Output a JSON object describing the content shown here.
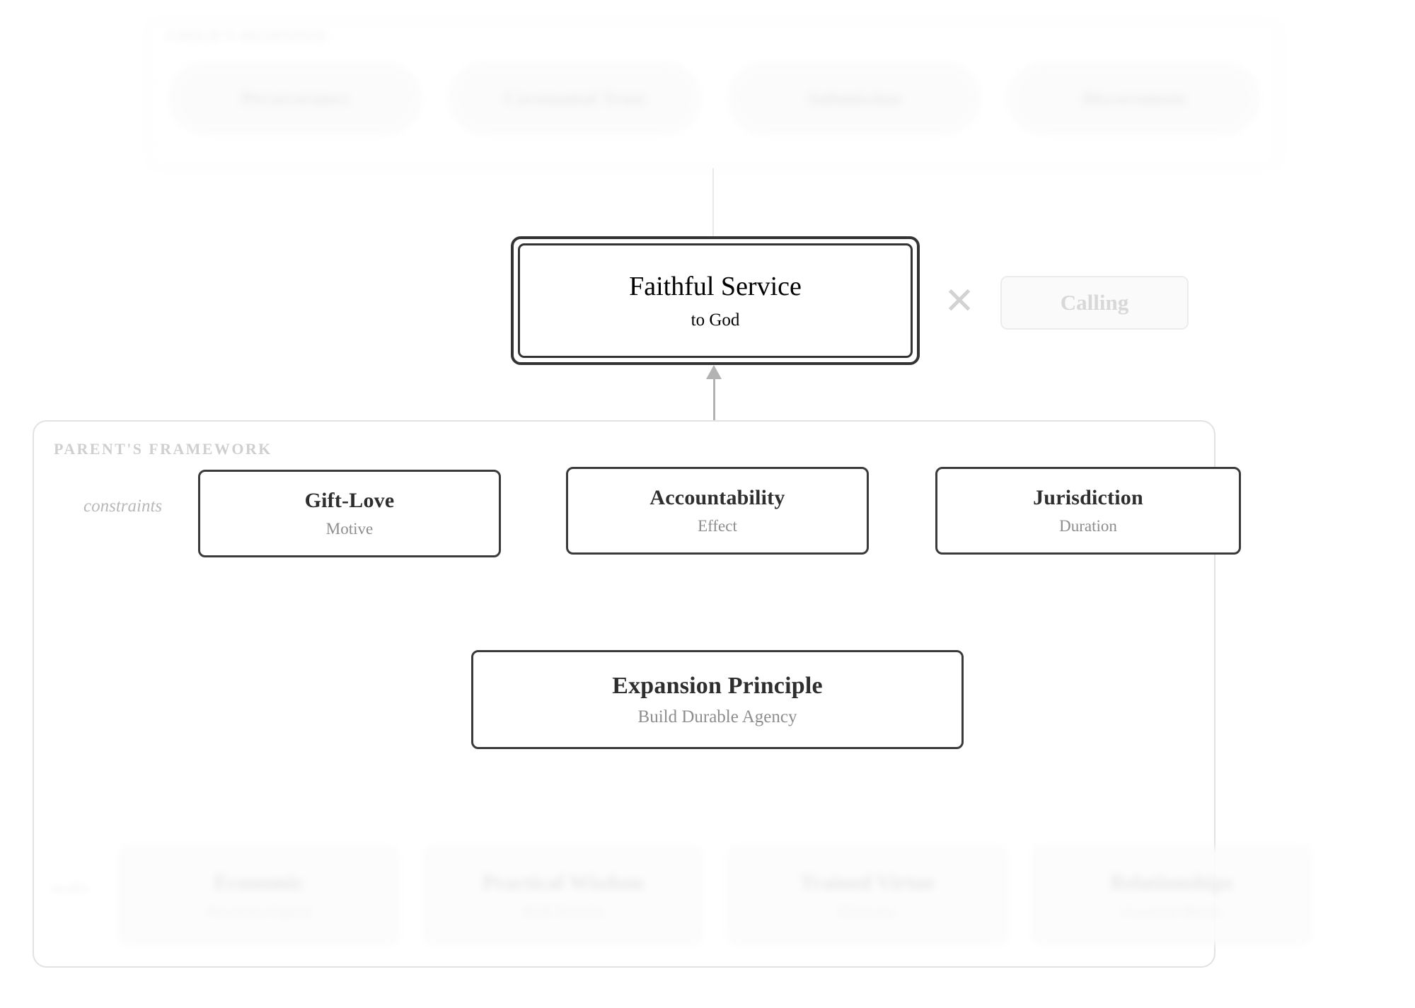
{
  "top_section": {
    "label": "CHILD'S RESPONSE",
    "items": [
      {
        "label": "Perseverance"
      },
      {
        "label": "Covenantal Trust"
      },
      {
        "label": "Submission"
      },
      {
        "label": "Discernment"
      }
    ]
  },
  "focus": {
    "title": "Faithful Service",
    "subtitle": "to God",
    "separator": "✕",
    "paired_node": {
      "label": "Calling"
    }
  },
  "framework": {
    "label": "PARENT'S FRAMEWORK",
    "constraints_label": "constraints",
    "modes_label": "modes",
    "constraints": [
      {
        "title": "Gift-Love",
        "subtitle": "Motive"
      },
      {
        "title": "Accountability",
        "subtitle": "Effect"
      },
      {
        "title": "Jurisdiction",
        "subtitle": "Duration"
      }
    ],
    "principle": {
      "title": "Expansion Principle",
      "subtitle": "Build Durable Agency"
    },
    "modes": [
      {
        "title": "Economic",
        "subtitle": "Provision Capital"
      },
      {
        "title": "Practical Wisdom",
        "subtitle": "Skill Transfer"
      },
      {
        "title": "Trained Virtue",
        "subtitle": "Character"
      },
      {
        "title": "Relationships",
        "subtitle": "Covenant Bonds"
      }
    ]
  },
  "colors": {
    "ink": "#2e2e2e",
    "border": "#3a3a3a",
    "muted": "#8d8d8d",
    "faded": "#d8d8d8",
    "panel_border": "#e2e2e2",
    "connector": "#b3b3b3"
  }
}
